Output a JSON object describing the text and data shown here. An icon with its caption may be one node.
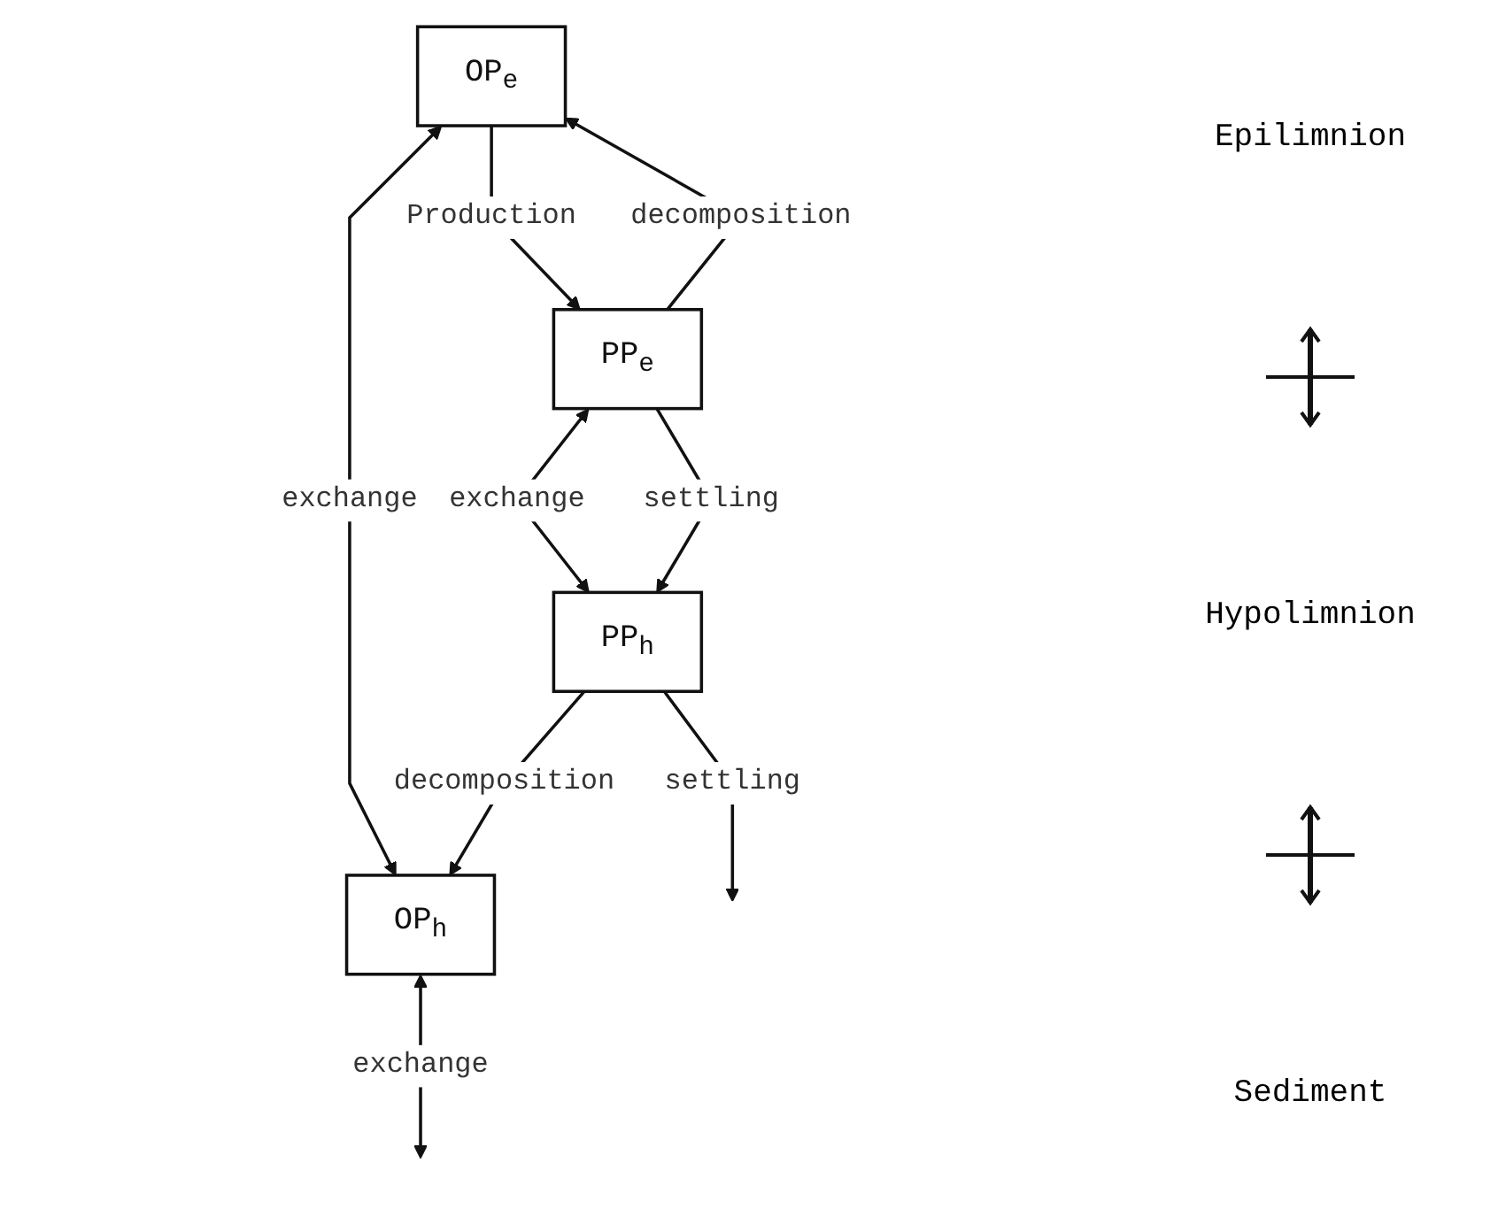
{
  "diagram": {
    "nodes": [
      {
        "text": [
          "OP$_{e}$"
        ]
      },
      {
        "text": [
          "PP$_{e}$"
        ]
      },
      {
        "text": [
          "OP$_{h}$"
        ]
      },
      {
        "text": [
          "PP$_{h}$"
        ]
      }
    ],
    "edges": [
      {
        "from": 0,
        "to": 1,
        "arrow": "to",
        "label": "Production"
      },
      {
        "from": 1,
        "to": 0,
        "arrow": "to",
        "label": "decomposition"
      },
      {
        "from": 0,
        "to": 2,
        "arrow": "both",
        "label": "exchange"
      },
      {
        "from": 1,
        "to": 3,
        "arrow": "both",
        "label": "exchange"
      },
      {
        "from": 1,
        "to": 3,
        "arrow": "to",
        "label": "settling"
      },
      {
        "from": 3,
        "to": 2,
        "arrow": "to",
        "label": "decomposition"
      },
      {
        "from": 2,
        "to": null,
        "arrow": "both",
        "label": "exchange"
      },
      {
        "from": 3,
        "to": null,
        "arrow": "to",
        "label": "settling"
      }
    ],
    "labels": [
      "Epilimnion",
      "Hypolimnion",
      "Sediment"
    ]
  }
}
